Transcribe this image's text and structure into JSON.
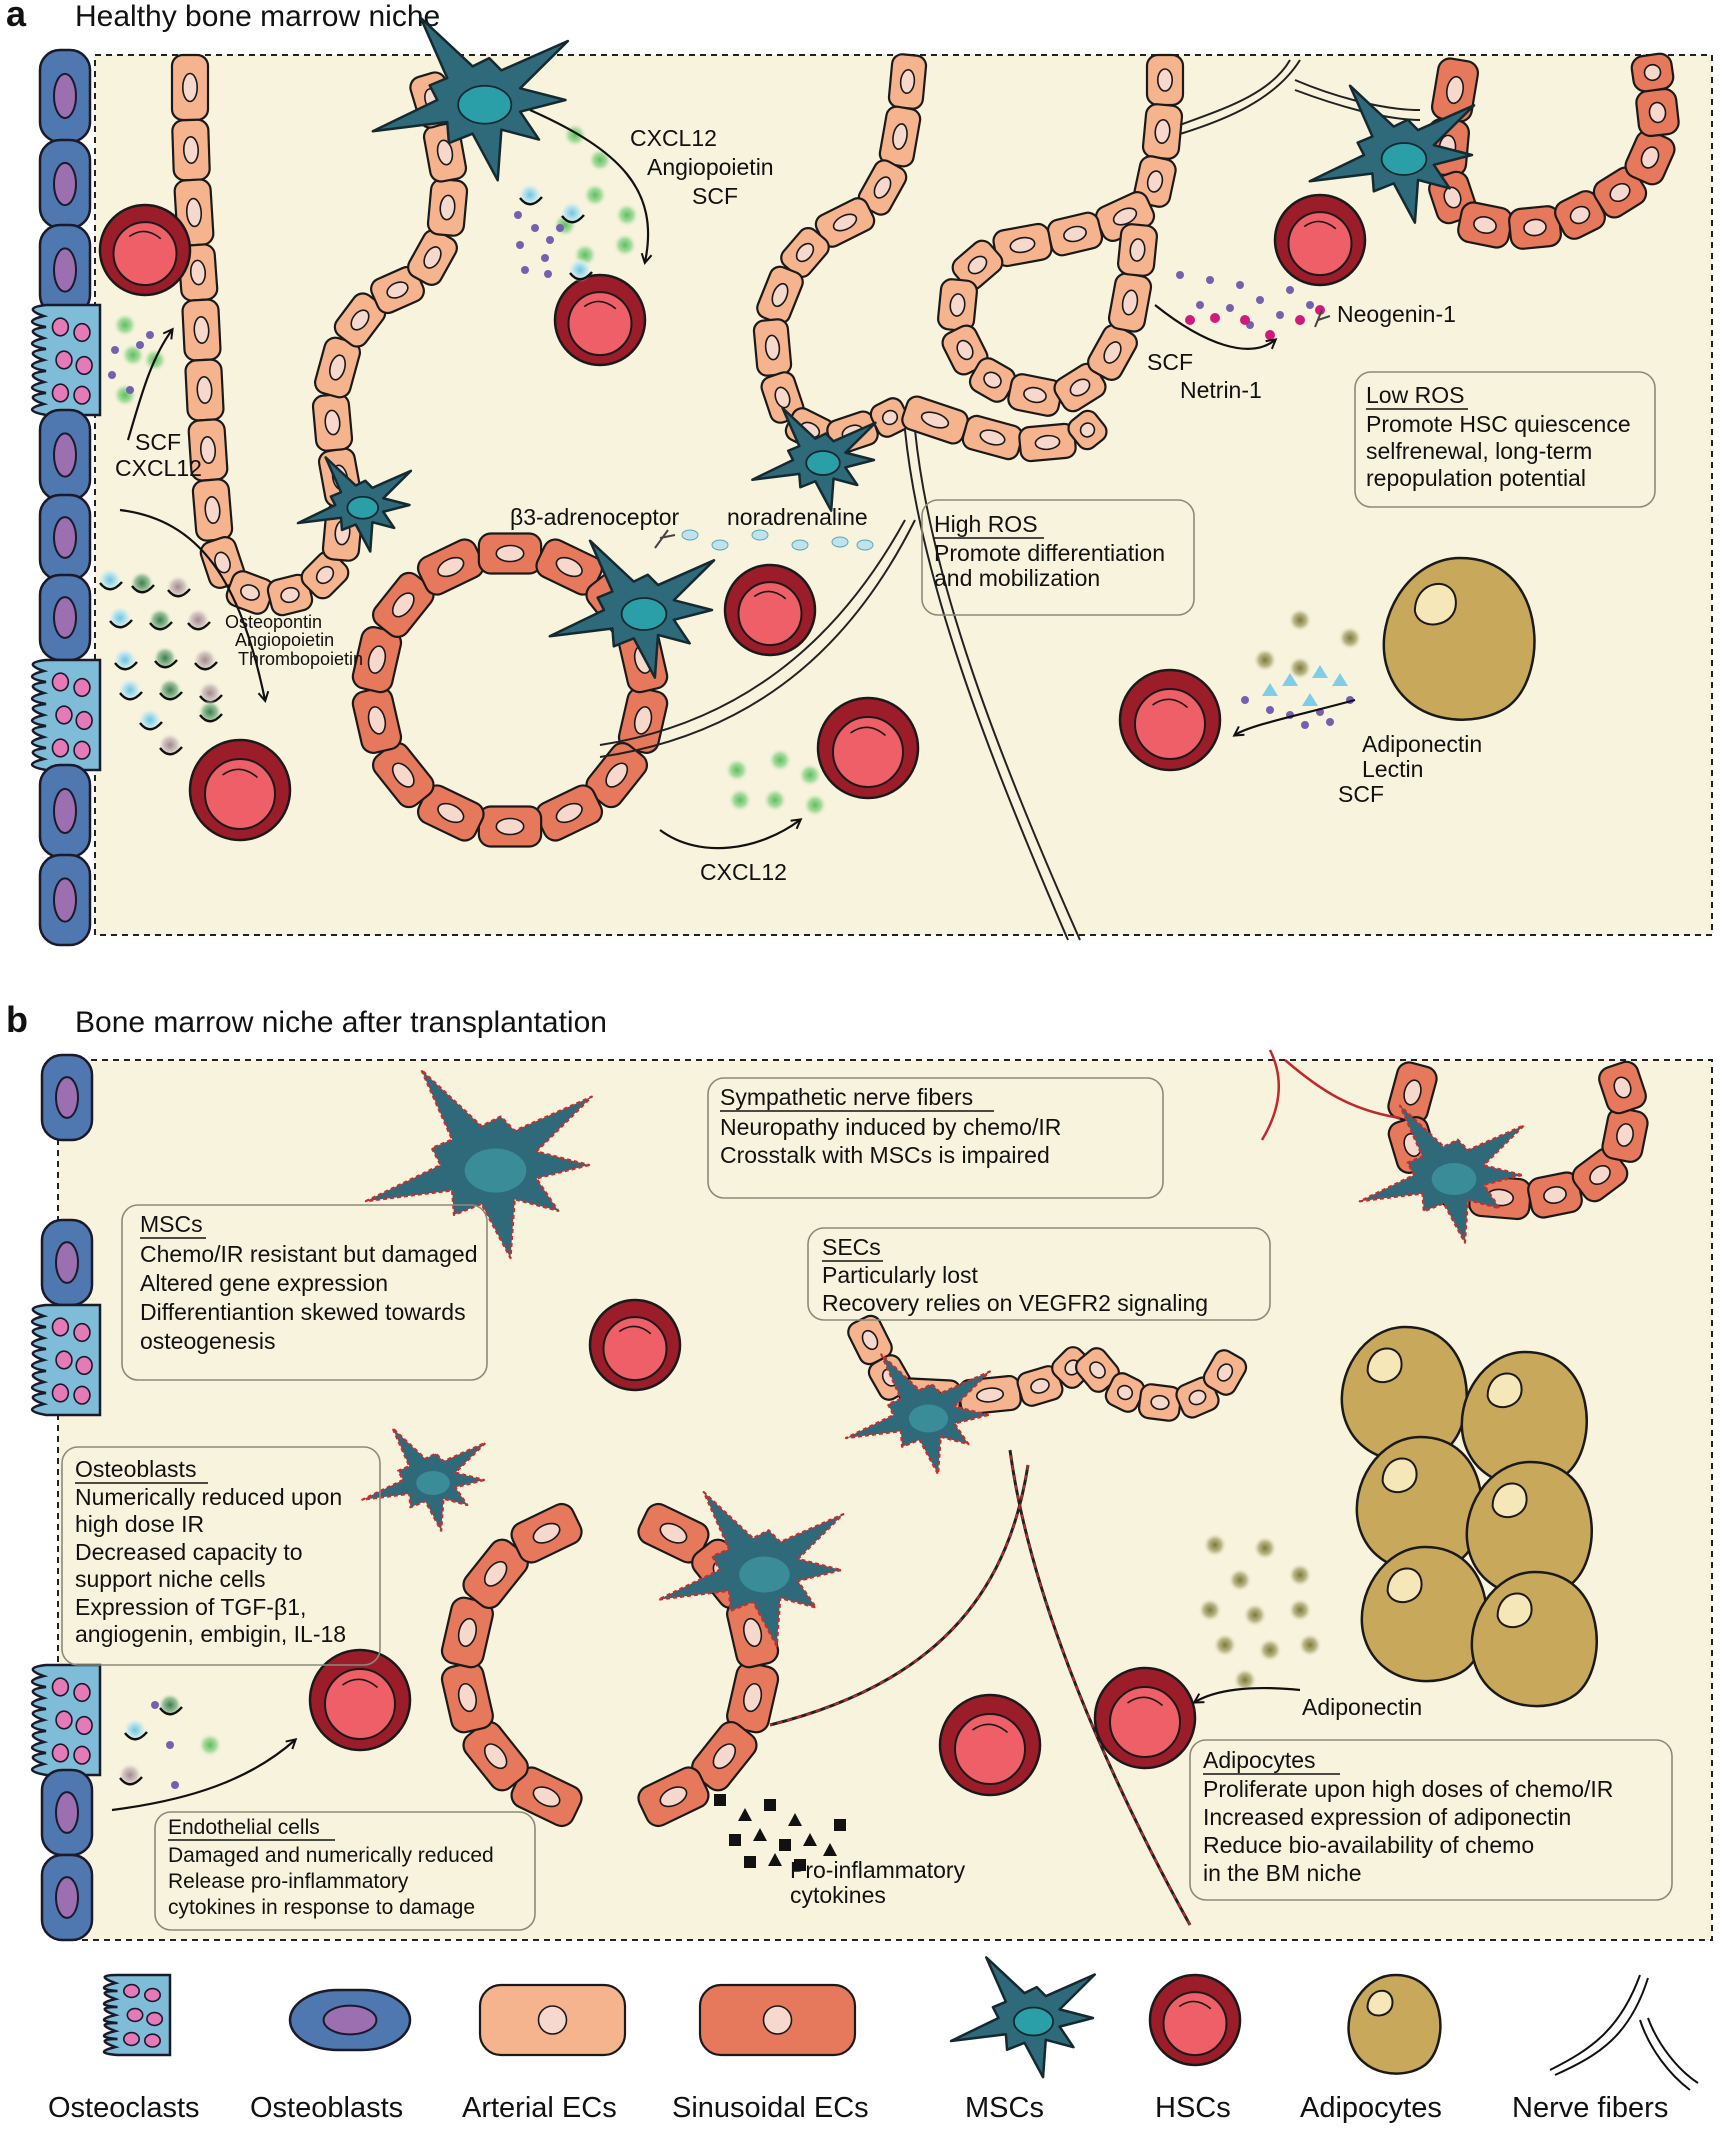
{
  "panel_a": {
    "letter": "a",
    "title": "Healthy bone marrow niche",
    "labels": {
      "cxcl12_top": "CXCL12",
      "angiopoietin_top": "Angiopoietin",
      "scf_top": "SCF",
      "scf_left": "SCF",
      "cxcl12_left": "CXCL12",
      "osteopontin": "Osteopontin",
      "angiopoietin_left": "Angiopoietin",
      "thrombopoietin": "Thrombopoietin",
      "b3": "β3-adrenoceptor",
      "noradrenaline": "noradrenaline",
      "neogenin": "Neogenin-1",
      "scf_right": "SCF",
      "netrin": "Netrin-1",
      "cxcl12_bottom": "CXCL12",
      "adiponectin": "Adiponectin",
      "lectin": "Lectin",
      "scf_adipo": "SCF"
    },
    "low_ros": [
      "Low ROS",
      "Promote HSC quiescence",
      "selfrenewal, long-term",
      "repopulation potential"
    ],
    "high_ros": [
      "High ROS",
      "Promote differentiation",
      "and mobilization"
    ]
  },
  "panel_b": {
    "letter": "b",
    "title": "Bone marrow niche after transplantation",
    "sympathetic": [
      "Sympathetic nerve fibers",
      "Neuropathy induced by chemo/IR",
      "Crosstalk with MSCs is impaired"
    ],
    "mscs": [
      "MSCs",
      "Chemo/IR resistant but damaged",
      "Altered gene expression",
      "Differentiantion skewed towards",
      "osteogenesis"
    ],
    "secs": [
      "SECs",
      "Particularly lost",
      "Recovery relies on VEGFR2 signaling"
    ],
    "osteoblasts": [
      "Osteoblasts",
      "Numerically reduced upon",
      "high dose IR",
      "Decreased capacity to",
      "support niche cells",
      "Expression of TGF-β1,",
      "angiogenin, embigin, IL-18"
    ],
    "endothelial": [
      "Endothelial cells",
      "Damaged and numerically reduced",
      "Release pro-inflammatory",
      "cytokines in response to damage"
    ],
    "adipocytes": [
      "Adipocytes",
      "Proliferate upon high doses of chemo/IR",
      "Increased expression of adiponectin",
      "Reduce bio-availability of chemo",
      "in the BM niche"
    ],
    "adiponectin": "Adiponectin",
    "proinflam": [
      "Pro-inflammatory",
      "cytokines"
    ]
  },
  "legend": [
    "Osteoclasts",
    "Osteoblasts",
    "Arterial ECs",
    "Sinusoidal ECs",
    "MSCs",
    "HSCs",
    "Adipocytes",
    "Nerve fibers"
  ],
  "colors": {
    "background": "#f8f3dc",
    "osteoclast": "#7fbcd8",
    "osteoblast": "#4f77b0",
    "arterial": "#f6b48e",
    "sinusoidal": "#e6785c",
    "msc": "#2f6a7a",
    "hsc_outer": "#9b1d2a",
    "hsc_inner": "#ee5f68",
    "adipocyte": "#c8a85a"
  }
}
